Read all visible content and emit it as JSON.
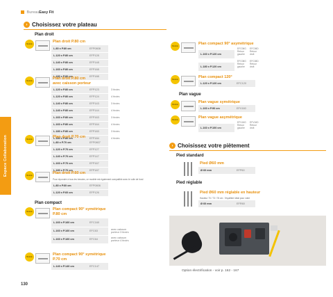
{
  "header": {
    "brand": "Bureau",
    "product": "Easy Fit"
  },
  "sidebar_label": "Espace Collaboration",
  "page_number": "130",
  "section_plateau": {
    "title": "Choisissez votre plateau",
    "plan_droit": "Plan droit",
    "plan_compact": "Plan compact",
    "plan_vague": "Plan vague"
  },
  "section_pietement": {
    "title": "Choisissez votre piètement",
    "pied_standard": "Pied standard",
    "pied_reglable": "Pied réglable"
  },
  "badge_text": "Modèle présenté",
  "products": {
    "p80": {
      "title": "Plan droit P.80 cm",
      "rows": [
        {
          "dim": "L.80 x P.80 cm",
          "ref": "EFP0808"
        },
        {
          "dim": "L.120 x P.80 cm",
          "ref": "EFP128"
        },
        {
          "dim": "L.140 x P.80 cm",
          "ref": "EFP148"
        },
        {
          "dim": "L.160 x P.80 cm",
          "ref": "EFP168"
        },
        {
          "dim": "L.180 x P.80 cm",
          "ref": "EFP188"
        }
      ]
    },
    "p80_caisson": {
      "title_1": "Plan droit P.80 cm",
      "title_2": "avec caisson porteur",
      "rows": [
        {
          "dim": "L.120 x P.80 cm",
          "ref": "EFP123",
          "ext": "3 tiroirs"
        },
        {
          "dim": "L.120 x P.80 cm",
          "ref": "EFP124",
          "ext": "4 tiroirs"
        },
        {
          "dim": "L.140 x P.80 cm",
          "ref": "EFP143",
          "ext": "3 tiroirs"
        },
        {
          "dim": "L.140 x P.80 cm",
          "ref": "EFP144",
          "ext": "4 tiroirs"
        },
        {
          "dim": "L.160 x P.80 cm",
          "ref": "EFP163",
          "ext": "3 tiroirs"
        },
        {
          "dim": "L.160 x P.80 cm",
          "ref": "EFP164",
          "ext": "4 tiroirs"
        },
        {
          "dim": "L.180 x P.80 cm",
          "ref": "EFP183",
          "ext": "3 tiroirs"
        },
        {
          "dim": "L.180 x P.80 cm",
          "ref": "EFP184",
          "ext": "4 tiroirs"
        }
      ]
    },
    "p70": {
      "title": "Plan droit P.70 cm",
      "rows": [
        {
          "dim": "L.80 x P.70 cm",
          "ref": "EFP0807"
        },
        {
          "dim": "L.120 x P.70 cm",
          "ref": "EFP127"
        },
        {
          "dim": "L.140 x P.70 cm",
          "ref": "EFP147"
        },
        {
          "dim": "L.160 x P.70 cm",
          "ref": "EFP167"
        },
        {
          "dim": "L.180 x P.70 cm",
          "ref": "EFP187"
        }
      ]
    },
    "p60": {
      "title": "Plan droit P.60 cm",
      "note": "Pour répondre à tous les besoins, ce modèle est également compatible avec le voile de fond",
      "rows": [
        {
          "dim": "L.80 x P.60 cm",
          "ref": "EFP0806"
        },
        {
          "dim": "L.120 x P.60 cm",
          "ref": "EFP126"
        }
      ]
    },
    "compact_90_sym": {
      "title_1": "Plan compact 90° symétrique",
      "title_2": "P.80 cm",
      "rows": [
        {
          "dim": "L.160 x P.160 cm",
          "ref": "EFC160",
          "ext": ""
        },
        {
          "dim": "L.160 x P.160 cm",
          "ref": "EFC63",
          "ext": "avec caisson porteur 3 tiroirs"
        },
        {
          "dim": "L.160 x P.160 cm",
          "ref": "EFC64",
          "ext": "avec caisson porteur 4 tiroirs"
        }
      ]
    },
    "compact_90_sym_70": {
      "title_1": "Plan compact 90° symétrique",
      "title_2": "P.70 cm",
      "rows": [
        {
          "dim": "L.140 x P.140 cm",
          "ref": "EFC147"
        }
      ]
    },
    "compact_90_asym": {
      "title": "Plan compact 90° asymétrique",
      "row1": {
        "dim": "L.160 x P.120 cm",
        "refs": [
          "EFC06G",
          "EFC06D"
        ],
        "lines_g": [
          "Retour",
          "gauche"
        ],
        "lines_d": [
          "Retour",
          "droit"
        ]
      },
      "row2": {
        "dim": "L.180 x P.120 cm",
        "refs": [
          "EFC08G",
          "EFC08D"
        ],
        "lines_g": [
          "Retour",
          "gauche"
        ],
        "lines_d": [
          "Retour",
          "droit"
        ]
      }
    },
    "compact_120": {
      "title": "Plan compact 120°",
      "rows": [
        {
          "dim": "L.120 x P.120 cm",
          "ref": "EFC120"
        }
      ]
    },
    "vague_sym": {
      "title": "Plan vague symétrique",
      "rows": [
        {
          "dim": "L.160 x P.90 cm",
          "ref": "EFV160"
        }
      ]
    },
    "vague_asym": {
      "title": "Plan vague asymétrique",
      "row": {
        "dim": "L.160 x P.100 cm",
        "refs": [
          "EFV16G",
          "EFV16D"
        ],
        "lines_g": [
          "Retour",
          "gauche"
        ],
        "lines_d": [
          "Retour",
          "droit"
        ]
      }
    },
    "pied_standard": {
      "title": "Pied Ø60 mm",
      "rows": [
        {
          "dim": "Ø 60 mm",
          "ref": "EFP60"
        }
      ]
    },
    "pied_reglable": {
      "title": "Pied Ø60 mm réglable en hauteur",
      "note": "Hauteur 70 / 73 / 76 cm : l'équilibre idéal pour votre",
      "rows": [
        {
          "dim": "Ø 60 mm",
          "ref": "EFR60"
        }
      ]
    }
  },
  "photo_caption": "Option électrification - voir p. 162 - 167"
}
